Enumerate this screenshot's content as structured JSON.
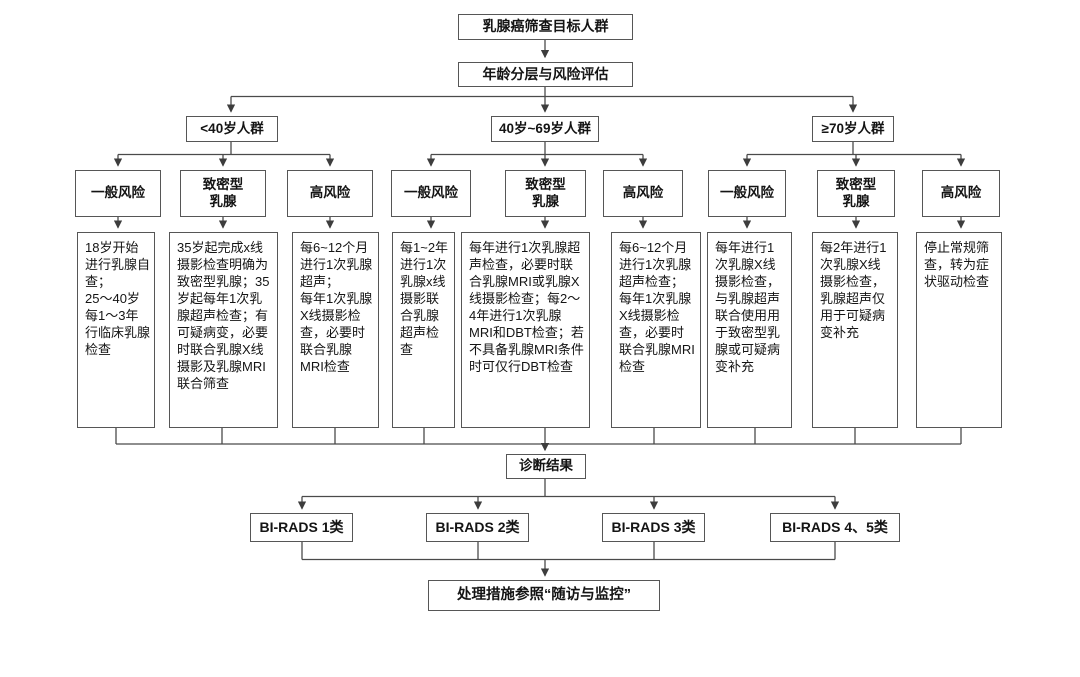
{
  "colors": {
    "line": "#4a4a4a",
    "box_border": "#565656",
    "text": "#141414",
    "background": "#ffffff"
  },
  "flow": {
    "title": "乳腺癌筛查目标人群",
    "assessment": "年龄分层与风险评估",
    "ages": [
      "<40岁人群",
      "40岁~69岁人群",
      "≥70岁人群"
    ],
    "risks": [
      "一般风险",
      "致密型\n乳腺",
      "高风险",
      "一般风险",
      "致密型\n乳腺",
      "高风险",
      "一般风险",
      "致密型\n乳腺",
      "高风险"
    ],
    "plans": [
      "18岁开始进行乳腺自查；\n25～40岁每1～3年行临床乳腺检查",
      "35岁起完成x线摄影检查明确为致密型乳腺；35岁起每年1次乳腺超声检查；有可疑病变，必要时联合乳腺X线摄影及乳腺MRI联合筛查",
      "每6~12个月进行1次乳腺超声；\n每年1次乳腺X线摄影检查，必要时联合乳腺MRI检查",
      "每1~2年进行1次乳腺x线摄影联合乳腺超声检查",
      "每年进行1次乳腺超声检查，必要时联合乳腺MRI或乳腺X线摄影检查；每2～4年进行1次乳腺MRI和DBT检查；若不具备乳腺MRI条件时可仅行DBT检查",
      "每6~12个月进行1次乳腺超声检查；\n每年1次乳腺X线摄影检查，必要时联合乳腺MRI检查",
      "每年进行1次乳腺X线摄影检查，与乳腺超声联合使用用于致密型乳腺或可疑病变补充",
      "每2年进行1次乳腺X线摄影检查，乳腺超声仅用于可疑病变补充",
      "停止常规筛查，转为症状驱动检查"
    ],
    "diagnosis": "诊断结果",
    "birads": [
      "BI-RADS 1类",
      "BI-RADS 2类",
      "BI-RADS 3类",
      "BI-RADS 4、5类"
    ],
    "action": "处理措施参照“随访与监控”"
  }
}
